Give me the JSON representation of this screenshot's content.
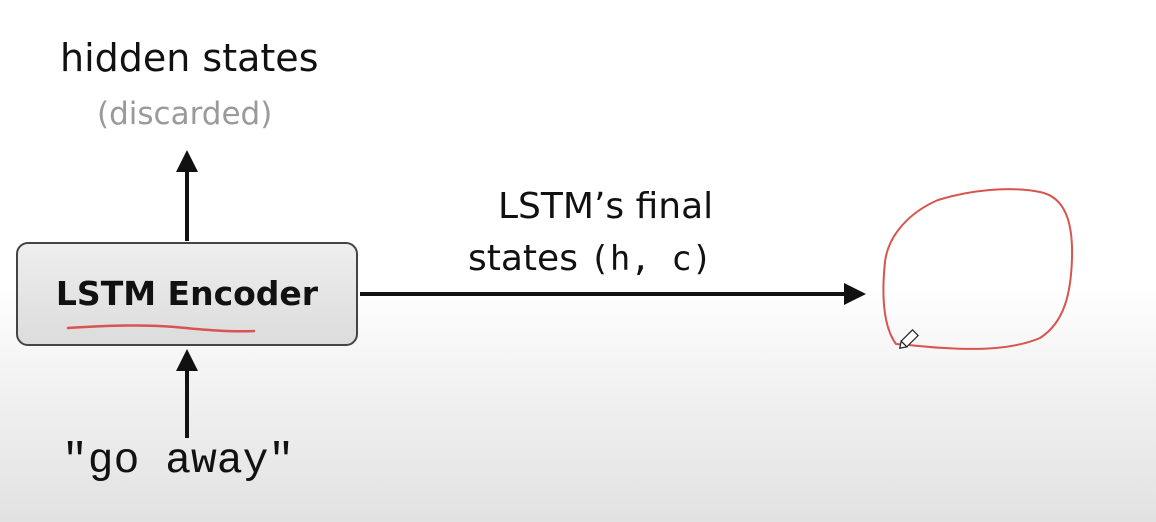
{
  "output_label": "hidden states",
  "output_note": "(discarded)",
  "encoder_label": "LSTM Encoder",
  "final_states_line1": "LSTM’s final",
  "final_states_word": "states",
  "final_states_code": "(h, c)",
  "input_text": "\"go away\"",
  "colors": {
    "annotation": "#d9534f",
    "note_text": "#9a9a9a",
    "box_fill": "#e6e6e6"
  }
}
